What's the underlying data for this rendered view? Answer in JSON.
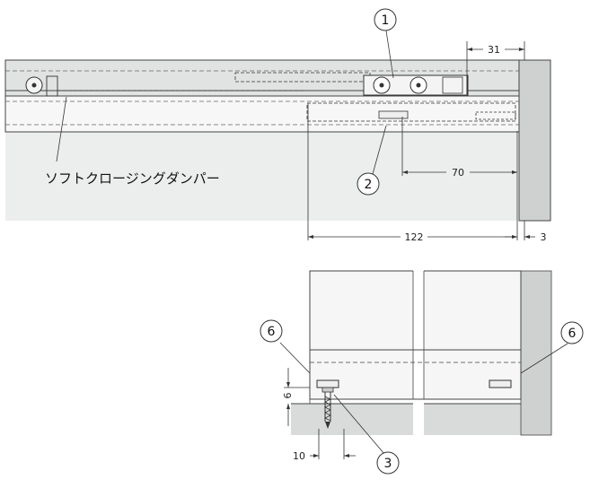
{
  "labels": {
    "damper": "ソフトクロージングダンパー"
  },
  "callouts": [
    "1",
    "2",
    "3",
    "6",
    "6"
  ],
  "dimensions": {
    "top_right": "31",
    "mid": "70",
    "bottom_width": "122",
    "right_gap": "3",
    "vertical": "9",
    "horizontal": "10"
  }
}
